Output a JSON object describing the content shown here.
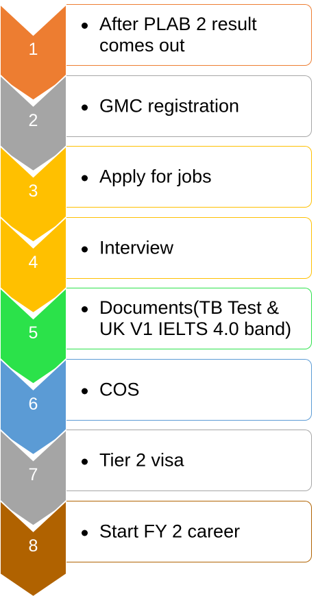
{
  "steps": [
    {
      "number": "1",
      "text": "After PLAB 2 result comes out",
      "color": "#ED7D31"
    },
    {
      "number": "2",
      "text": "GMC registration",
      "color": "#A5A5A5"
    },
    {
      "number": "3",
      "text": "Apply for jobs",
      "color": "#FFC000"
    },
    {
      "number": "4",
      "text": "Interview",
      "color": "#FFC000"
    },
    {
      "number": "5",
      "text": "Documents(TB Test & UK V1 IELTS 4.0 band)",
      "color": "#2BE24A"
    },
    {
      "number": "6",
      "text": "COS",
      "color": "#5B9BD5"
    },
    {
      "number": "7",
      "text": "Tier 2 visa",
      "color": "#A5A5A5"
    },
    {
      "number": "8",
      "text": "Start FY 2 career",
      "color": "#B06200"
    }
  ]
}
